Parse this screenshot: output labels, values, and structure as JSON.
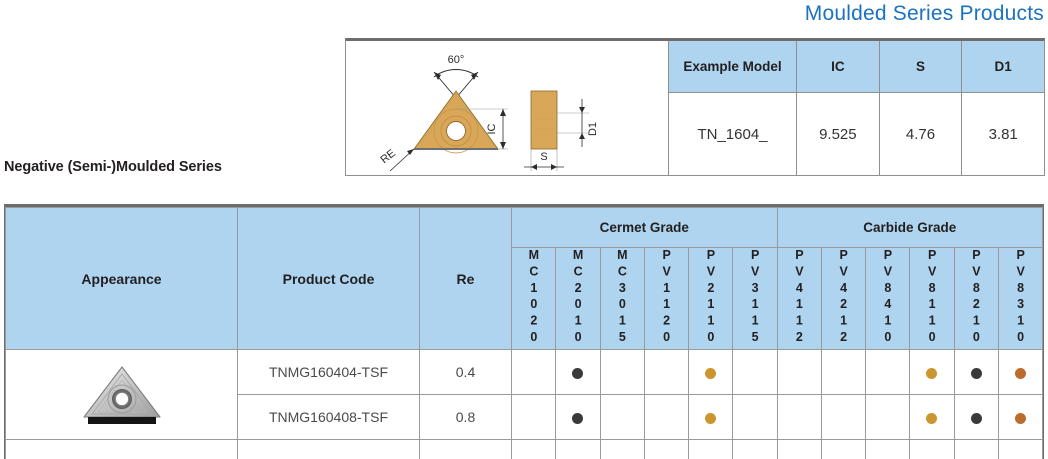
{
  "page_title": "Moulded Series Products",
  "series_label": "Negative (Semi-)Moulded Series",
  "colors": {
    "title_blue": "#1A72C0",
    "header_blue": "#AED4F0",
    "dot_dark": "#3A3A3A",
    "dot_gold": "#CB962F",
    "dot_orange": "#BE6B2E",
    "insert_gold": "#D9A757"
  },
  "spec_panel": {
    "diagram": {
      "angle_label": "60°",
      "corner_radius_label": "RE",
      "inscribed_circle_label": "IC",
      "thickness_label": "S",
      "hole_label": "D1"
    },
    "headers": [
      "Example Model",
      "IC",
      "S",
      "D1"
    ],
    "values": [
      "TN_1604_",
      "9.525",
      "4.76",
      "3.81"
    ]
  },
  "main_table": {
    "headers": {
      "appearance": "Appearance",
      "product_code": "Product Code",
      "re": "Re",
      "cermet_group": "Cermet Grade",
      "carbide_group": "Carbide Grade"
    },
    "cermet_grades": [
      "MC1020",
      "MC2010",
      "MC3015",
      "PV1120",
      "PV2110",
      "PV3115"
    ],
    "carbide_grades": [
      "PV4112",
      "PV4212",
      "PV8410",
      "PV8110",
      "PV8210",
      "PV8310"
    ],
    "rows": [
      {
        "product_code": "TNMG160404-TSF",
        "re": "0.4",
        "marks": [
          "",
          "dark",
          "",
          "",
          "gold",
          "",
          "",
          "",
          "",
          "gold",
          "dark",
          "orange"
        ]
      },
      {
        "product_code": "TNMG160408-TSF",
        "re": "0.8",
        "marks": [
          "",
          "dark",
          "",
          "",
          "gold",
          "",
          "",
          "",
          "",
          "gold",
          "dark",
          "orange"
        ]
      }
    ]
  }
}
